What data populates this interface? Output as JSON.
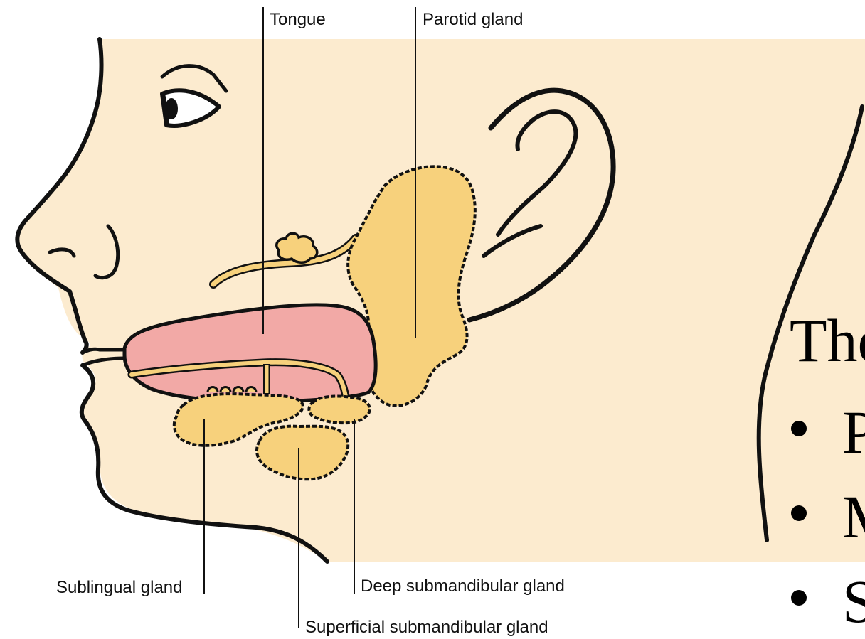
{
  "colors": {
    "skin": "#fcebcf",
    "gland": "#f7d17c",
    "tongue": "#f2a9a6",
    "outline": "#111111"
  },
  "labels": {
    "tongue": "Tongue",
    "parotid": "Parotid gland",
    "sublingual": "Sublingual gland",
    "deep_submandibular": "Deep submandibular gland",
    "superficial_submandibular": "Superficial submandibular gland"
  },
  "slide": {
    "heading": "The",
    "bullets": [
      "P",
      "M",
      "S"
    ]
  }
}
